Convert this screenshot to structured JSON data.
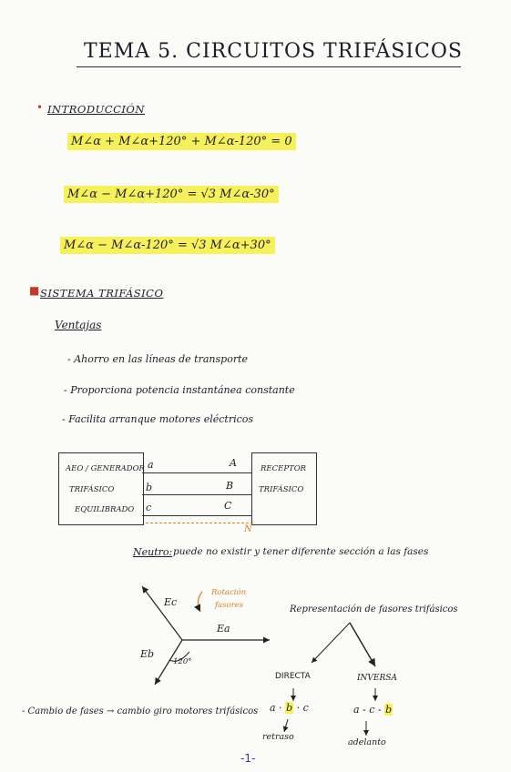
{
  "title": "TEMA 5. CIRCUITOS TRIFÁSICOS",
  "intro": {
    "heading": "INTRODUCCIÓN",
    "eq1": {
      "main": "M∠α + M∠α+120° + M∠α-120° = 0"
    },
    "eq2": {
      "main": "M∠α − M∠α+120° = √3 M∠α-30°"
    },
    "eq3": {
      "main": "M∠α − M∠α-120° = √3 M∠α+30°"
    }
  },
  "sistema": {
    "heading": "SISTEMA TRIFÁSICO",
    "ventajas_label": "Ventajas",
    "ventajas": [
      "- Ahorro en las líneas de transporte",
      "- Proporciona potencia instantánea constante",
      "- Facilita arranque motores eléctricos"
    ],
    "gen_box": [
      "AEO / GENERADOR",
      "TRIFÁSICO",
      "EQUILIBRADO"
    ],
    "rec_box": [
      "RECEPTOR",
      "TRIFÁSICO"
    ],
    "lines_left": [
      "a",
      "b",
      "c"
    ],
    "lines_right": [
      "A",
      "B",
      "C"
    ],
    "neutral_label": "N",
    "neutro_label": "Neutro:",
    "neutro_text": "puede no existir y tener diferente sección a las fases"
  },
  "phasor": {
    "ec": "Ec",
    "ea": "Ea",
    "eb": "Eb",
    "angle": "120°",
    "rotacion": [
      "Rotación",
      "fasores"
    ]
  },
  "representacion": {
    "title": "Representación de fasores trifásicos",
    "directa": "DIRECTA",
    "inversa": "INVERSA",
    "directa_seq": [
      "a",
      "b",
      "c"
    ],
    "inversa_seq": [
      "a",
      "c",
      "b"
    ],
    "retraso": "retraso",
    "adelanto": "adelanto"
  },
  "cambio": "- Cambio de fases → cambio giro motores trifásicos",
  "page_number": "-1-",
  "colors": {
    "highlight": "#f6f15a",
    "bullet": "#c0392b",
    "orange": "#d9822b"
  }
}
